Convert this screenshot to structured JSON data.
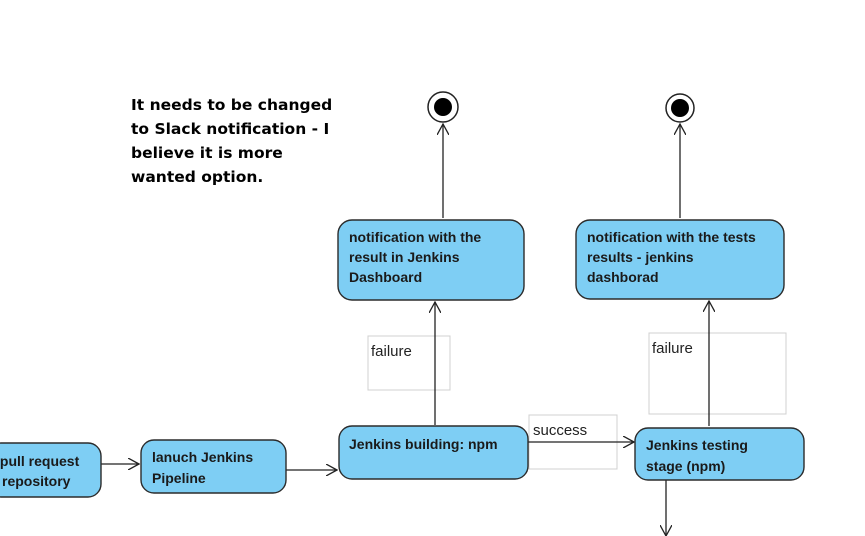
{
  "note": {
    "lines": [
      "It needs to be changed",
      "to Slack notification - I",
      "believe it is more",
      "wanted option."
    ]
  },
  "nodes": {
    "pull_request": {
      "lines": [
        "/pull request",
        "repository"
      ]
    },
    "launch": {
      "lines": [
        "lanuch Jenkins",
        "Pipeline"
      ]
    },
    "building": {
      "lines": [
        "Jenkins building: npm"
      ]
    },
    "testing": {
      "lines": [
        "Jenkins testing",
        "stage (npm)"
      ]
    },
    "notif_dashboard": {
      "lines": [
        "notification with the",
        "result in Jenkins",
        "Dashboard"
      ]
    },
    "notif_tests": {
      "lines": [
        "notification with the tests",
        "results - jenkins",
        "dashborad"
      ]
    }
  },
  "edge_labels": {
    "failure_left": "failure",
    "failure_right": "failure",
    "success": "success"
  }
}
